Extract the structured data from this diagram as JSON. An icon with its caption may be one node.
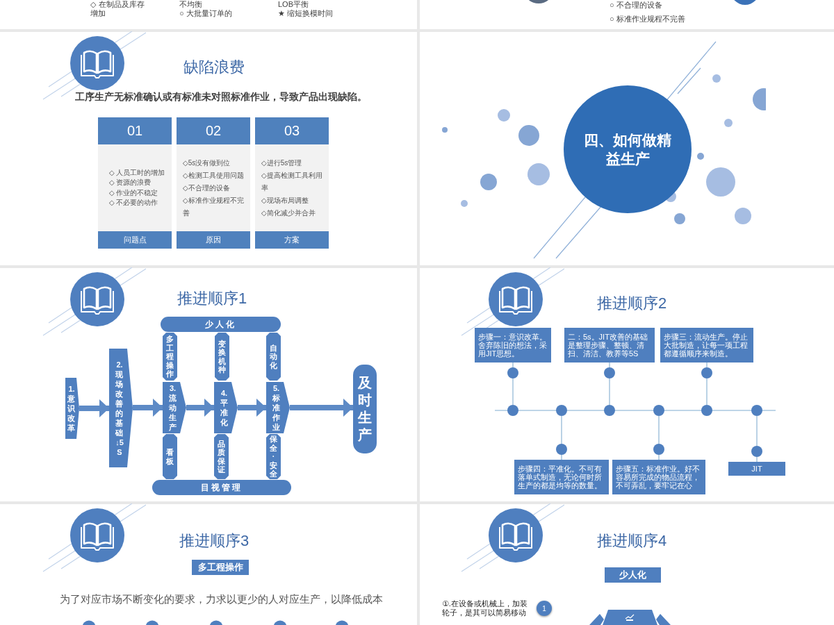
{
  "diagram": {
    "nodes": [
      {
        "text": [
          "缺陷浪费",
          "工序生产无标准确认或有标准未对照标准作业，导致产品出现缺陷。"
        ]
      },
      {
        "text": [
          "01",
          "◇ 人员工时的增加",
          "◇ 资源的浪费",
          "◇ 作业的不稳定",
          "◇ 不必要的动作",
          "问题点"
        ],
        "in": 0
      },
      {
        "text": [
          "02",
          "◇5s没有做到位",
          "◇检测工具使用问题",
          "◇不合理的设备",
          "◇标准作业规程不完善",
          "原因"
        ],
        "in": 0
      },
      {
        "text": [
          "03",
          "◇进行5s管理",
          "◇提高检测工具利用率",
          "◇现场布局调整",
          "◇简化减少并合并",
          "方案"
        ],
        "in": 0
      },
      {
        "text": [
          "四、如何做精益生产"
        ]
      },
      {
        "text": [
          "推进顺序1"
        ]
      },
      {
        "text": [
          "少人化"
        ],
        "in": 5
      },
      {
        "text": [
          "多工程操作"
        ],
        "in": 5
      },
      {
        "text": [
          "变换机种"
        ],
        "in": 5
      },
      {
        "text": [
          "自动化"
        ],
        "in": 5
      },
      {
        "text": [
          "1.意识改革"
        ],
        "in": 5
      },
      {
        "text": [
          "2.现场改善的基础↓5S"
        ],
        "in": 5
      },
      {
        "text": [
          "3.流动生产"
        ],
        "in": 5
      },
      {
        "text": [
          "4.平准化"
        ],
        "in": 5
      },
      {
        "text": [
          "5.标准作业"
        ],
        "in": 5
      },
      {
        "text": [
          "及时生产"
        ],
        "in": 5
      },
      {
        "text": [
          "看板"
        ],
        "in": 5
      },
      {
        "text": [
          "品质保证"
        ],
        "in": 5
      },
      {
        "text": [
          "保全·安全"
        ],
        "in": 5
      },
      {
        "text": [
          "目视管理"
        ],
        "in": 5
      },
      {
        "text": [
          "推进顺序2"
        ]
      },
      {
        "text": [
          "步骤一：意识改革。舍弃陈旧的想法，采用JIT思想。"
        ],
        "in": 20
      },
      {
        "text": [
          "二：5s。JIT改善的基础是整理步骤、整顿、清扫、清洁、教养等5S"
        ],
        "in": 20
      },
      {
        "text": [
          "步骤三：流动生产。停止大批制造，让每一项工程都遵循顺序来制造。"
        ],
        "in": 20
      },
      {
        "text": [
          "步骤四：平准化。不可有落单式制造，无论何时所生产的都是均等的数量。"
        ],
        "in": 20
      },
      {
        "text": [
          "步骤五：标准作业。好不容易所完成的物品流程，不可弄乱，要牢记在心"
        ],
        "in": 20
      },
      {
        "text": [
          "JIT"
        ],
        "in": 20
      },
      {
        "text": [],
        "shape": "bar",
        "in": 20
      },
      {
        "text": [
          "推进顺序3",
          "为了对应市场不断变化的要求，力求以更少的人对应生产，以降低成本"
        ]
      },
      {
        "text": [
          "多工程操作"
        ],
        "in": 28
      },
      {
        "text": [
          "推进顺序4"
        ]
      },
      {
        "text": [
          "少人化"
        ],
        "in": 30
      },
      {
        "text": [
          "1"
        ],
        "in": 30,
        "beside": [
          "①.在设备或机械上，加装轮子，是其可以简易移动"
        ]
      }
    ],
    "edges": [
      {
        "from": 10,
        "to": 11,
        "arrow": "to",
        "style": "thick",
        "color": "#5d8ac6"
      },
      {
        "from": 11,
        "to": 12,
        "arrow": "to",
        "style": "thick",
        "color": "#5d8ac6"
      },
      {
        "from": 12,
        "to": 13,
        "arrow": "to",
        "style": "thick",
        "color": "#5d8ac6"
      },
      {
        "from": 13,
        "to": 14,
        "arrow": "to",
        "style": "thick",
        "color": "#5d8ac6"
      },
      {
        "from": 14,
        "to": 15,
        "arrow": "to",
        "style": "thick",
        "color": "#5d8ac6"
      },
      {
        "from": 21,
        "to": 27,
        "arrow": "other"
      },
      {
        "from": 22,
        "to": 27,
        "arrow": "other"
      },
      {
        "from": 23,
        "to": 27,
        "arrow": "other"
      },
      {
        "from": 24,
        "to": 27,
        "arrow": "other"
      },
      {
        "from": 25,
        "to": 27,
        "arrow": "other"
      },
      {
        "from": 26,
        "to": 27,
        "arrow": "other"
      }
    ],
    "labels": [
      "◇ 在制品及库存增加",
      "不均衡",
      "○ 大批量订单的",
      "LOB平衡",
      "★ 缩短换模时间",
      "○ 不合理的设备",
      "○ 标准作业规程不完善"
    ]
  }
}
